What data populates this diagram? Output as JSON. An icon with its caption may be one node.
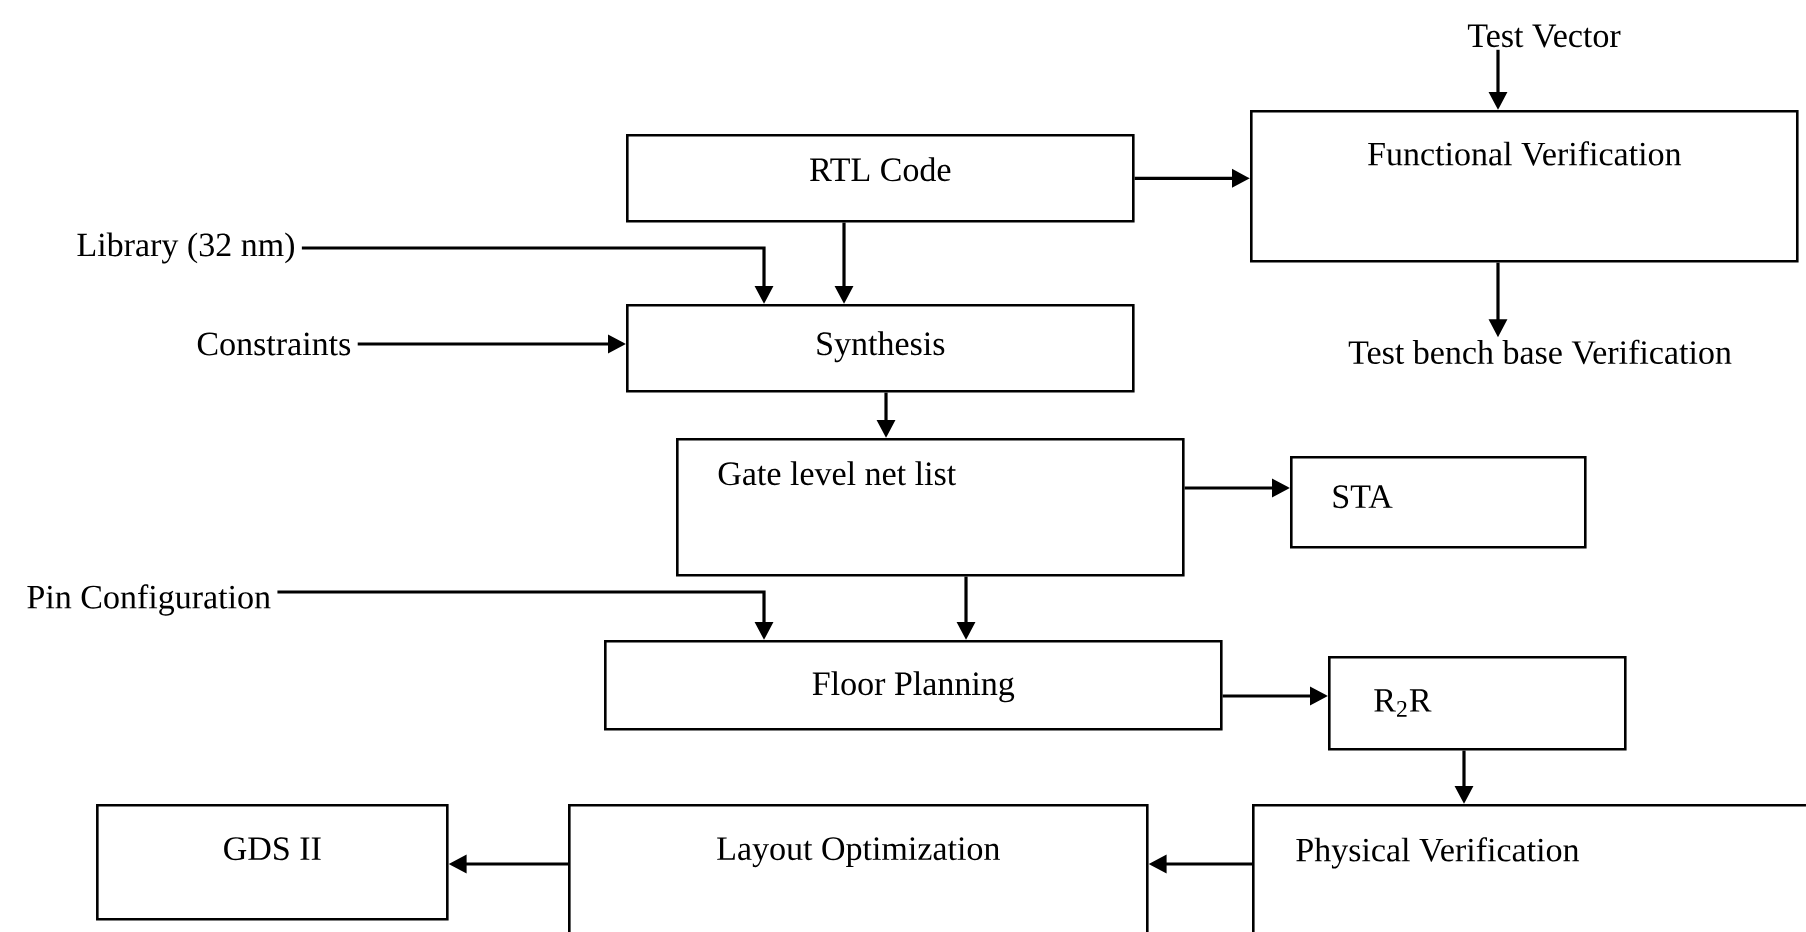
{
  "diagram": {
    "nodes": [
      {
        "text": [
          "Test Vector"
        ]
      },
      {
        "text": [
          "RTL Code"
        ]
      },
      {
        "text": [
          "Functional Verification"
        ]
      },
      {
        "text": [
          "Test bench base Verification"
        ]
      },
      {
        "text": [
          "Library (32 nm)"
        ]
      },
      {
        "text": [
          "Constraints"
        ]
      },
      {
        "text": [
          "Synthesis"
        ]
      },
      {
        "text": [
          "Gate level net list"
        ]
      },
      {
        "text": [
          "STA"
        ]
      },
      {
        "text": [
          "Pin Configuration"
        ]
      },
      {
        "text": [
          "Floor Planning"
        ]
      },
      {
        "text": [
          "R$_{2}$R"
        ]
      },
      {
        "text": [
          "GDS II"
        ]
      },
      {
        "text": [
          "Layout Optimization"
        ]
      },
      {
        "text": [
          "Physical Verification"
        ]
      }
    ],
    "edges": [
      {
        "from": 0,
        "to": 2,
        "arrow": "to"
      },
      {
        "from": 1,
        "to": 2,
        "arrow": "to"
      },
      {
        "from": 2,
        "to": 3,
        "arrow": "to"
      },
      {
        "from": 4,
        "to": 6,
        "arrow": "to"
      },
      {
        "from": 1,
        "to": 6,
        "arrow": "to"
      },
      {
        "from": 5,
        "to": 6,
        "arrow": "to"
      },
      {
        "from": 6,
        "to": 7,
        "arrow": "to"
      },
      {
        "from": 7,
        "to": 8,
        "arrow": "to"
      },
      {
        "from": 9,
        "to": 10,
        "arrow": "to"
      },
      {
        "from": 7,
        "to": 10,
        "arrow": "to"
      },
      {
        "from": 10,
        "to": 11,
        "arrow": "to"
      },
      {
        "from": 11,
        "to": 14,
        "arrow": "to"
      },
      {
        "from": 14,
        "to": 13,
        "arrow": "to"
      },
      {
        "from": 13,
        "to": 12,
        "arrow": "to"
      }
    ]
  }
}
